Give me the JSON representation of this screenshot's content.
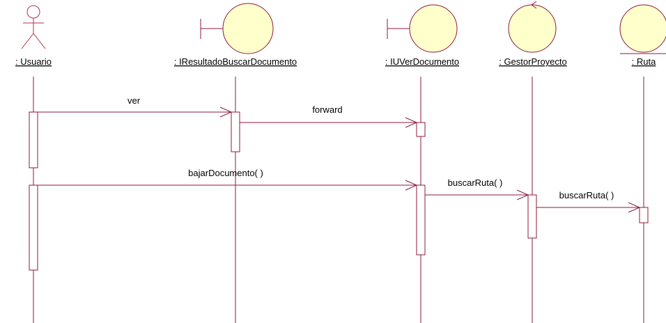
{
  "colors": {
    "stroke": "#8b1a3a",
    "actor_stroke": "#b0304a",
    "fill": "#ffffcc",
    "text": "#000000"
  },
  "participants": [
    {
      "id": "usuario",
      "label": ": Usuario",
      "kind": "actor"
    },
    {
      "id": "iresultado",
      "label": ": IResultadoBuscarDocumento",
      "kind": "boundary"
    },
    {
      "id": "iuver",
      "label": ": IUVerDocumento",
      "kind": "boundary"
    },
    {
      "id": "gestor",
      "label": ": GestorProyecto",
      "kind": "control"
    },
    {
      "id": "ruta",
      "label": ": Ruta",
      "kind": "entity"
    }
  ],
  "messages": [
    {
      "from": "usuario",
      "to": "iresultado",
      "label": "ver"
    },
    {
      "from": "iresultado",
      "to": "iuver",
      "label": "forward"
    },
    {
      "from": "usuario",
      "to": "iuver",
      "label": "bajarDocumento( )"
    },
    {
      "from": "iuver",
      "to": "gestor",
      "label": "buscarRuta( )"
    },
    {
      "from": "gestor",
      "to": "ruta",
      "label": "buscarRuta( )"
    }
  ]
}
